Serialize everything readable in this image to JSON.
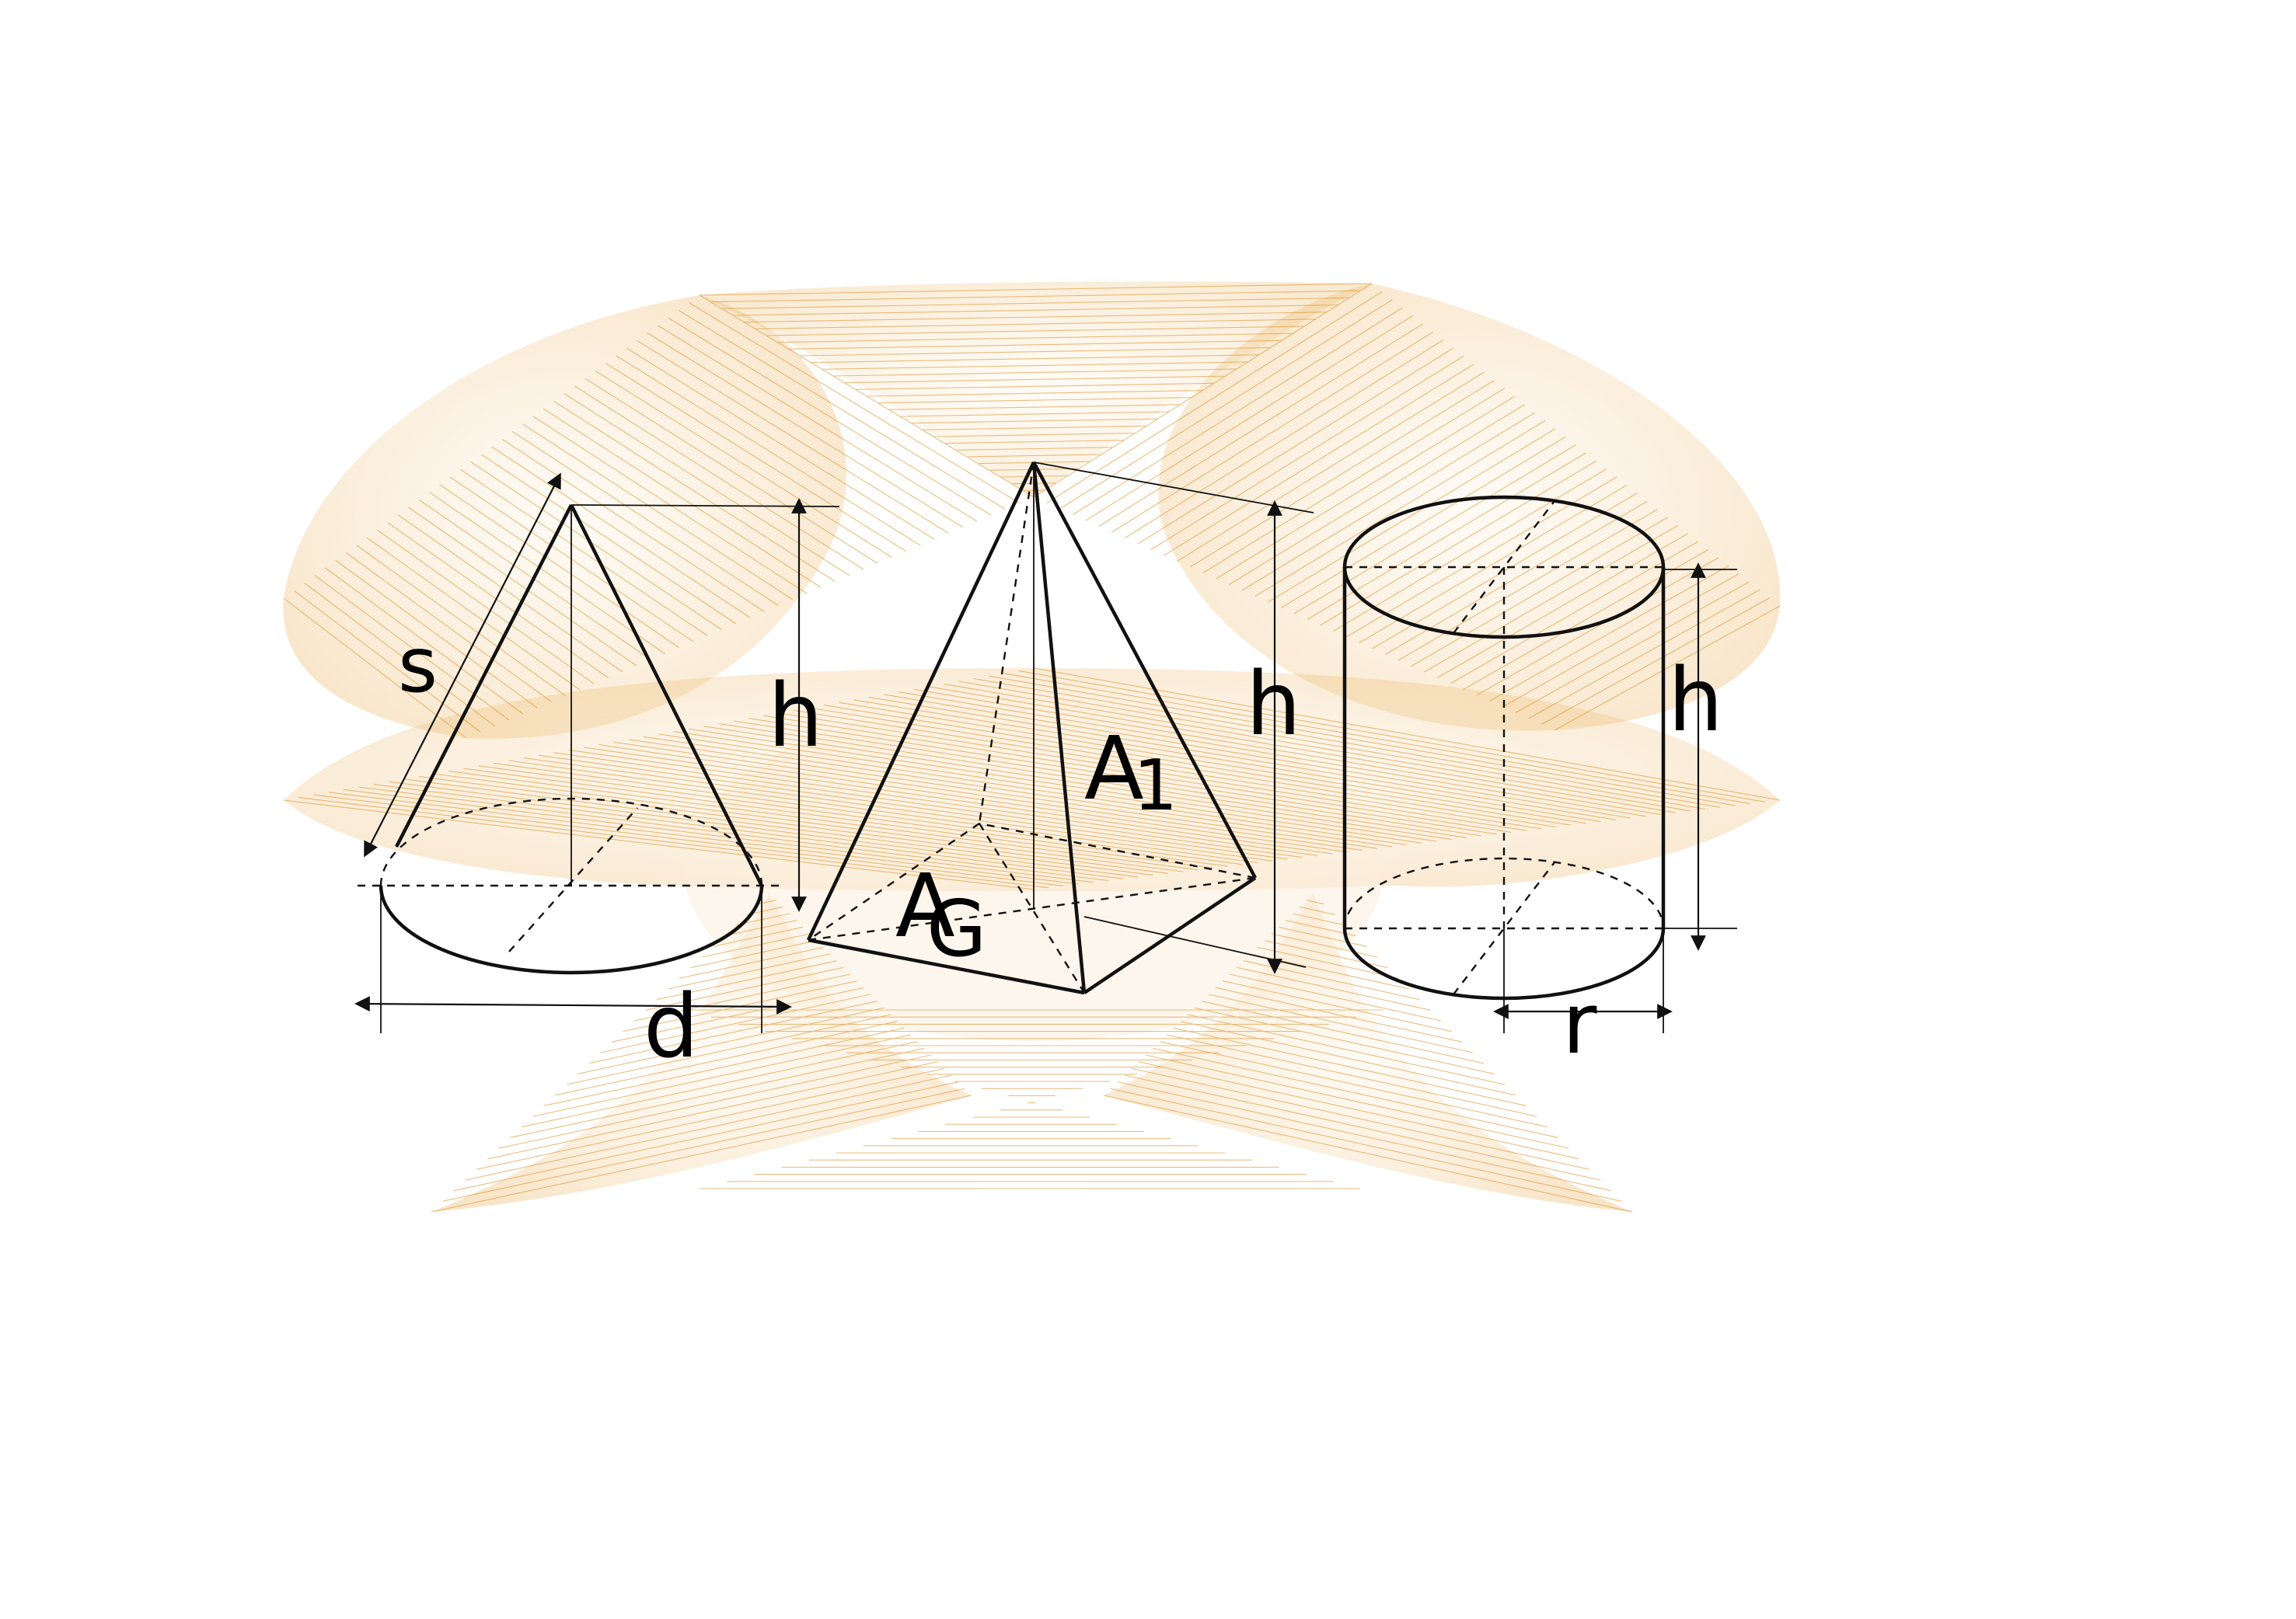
{
  "figure": {
    "background": "#ffffff",
    "mesh_color": "#d98a1a",
    "mesh_fill": "#f2c98a",
    "line_color": "#111111"
  },
  "labels": {
    "cone_slant": "s",
    "cone_height": "h",
    "cone_diameter": "d",
    "pyramid_height": "h",
    "pyramid_lateral_a": "A",
    "pyramid_lateral_sub": "1",
    "pyramid_base_a": "A",
    "pyramid_base_sub": "G",
    "cylinder_height": "h",
    "cylinder_radius": "r"
  }
}
